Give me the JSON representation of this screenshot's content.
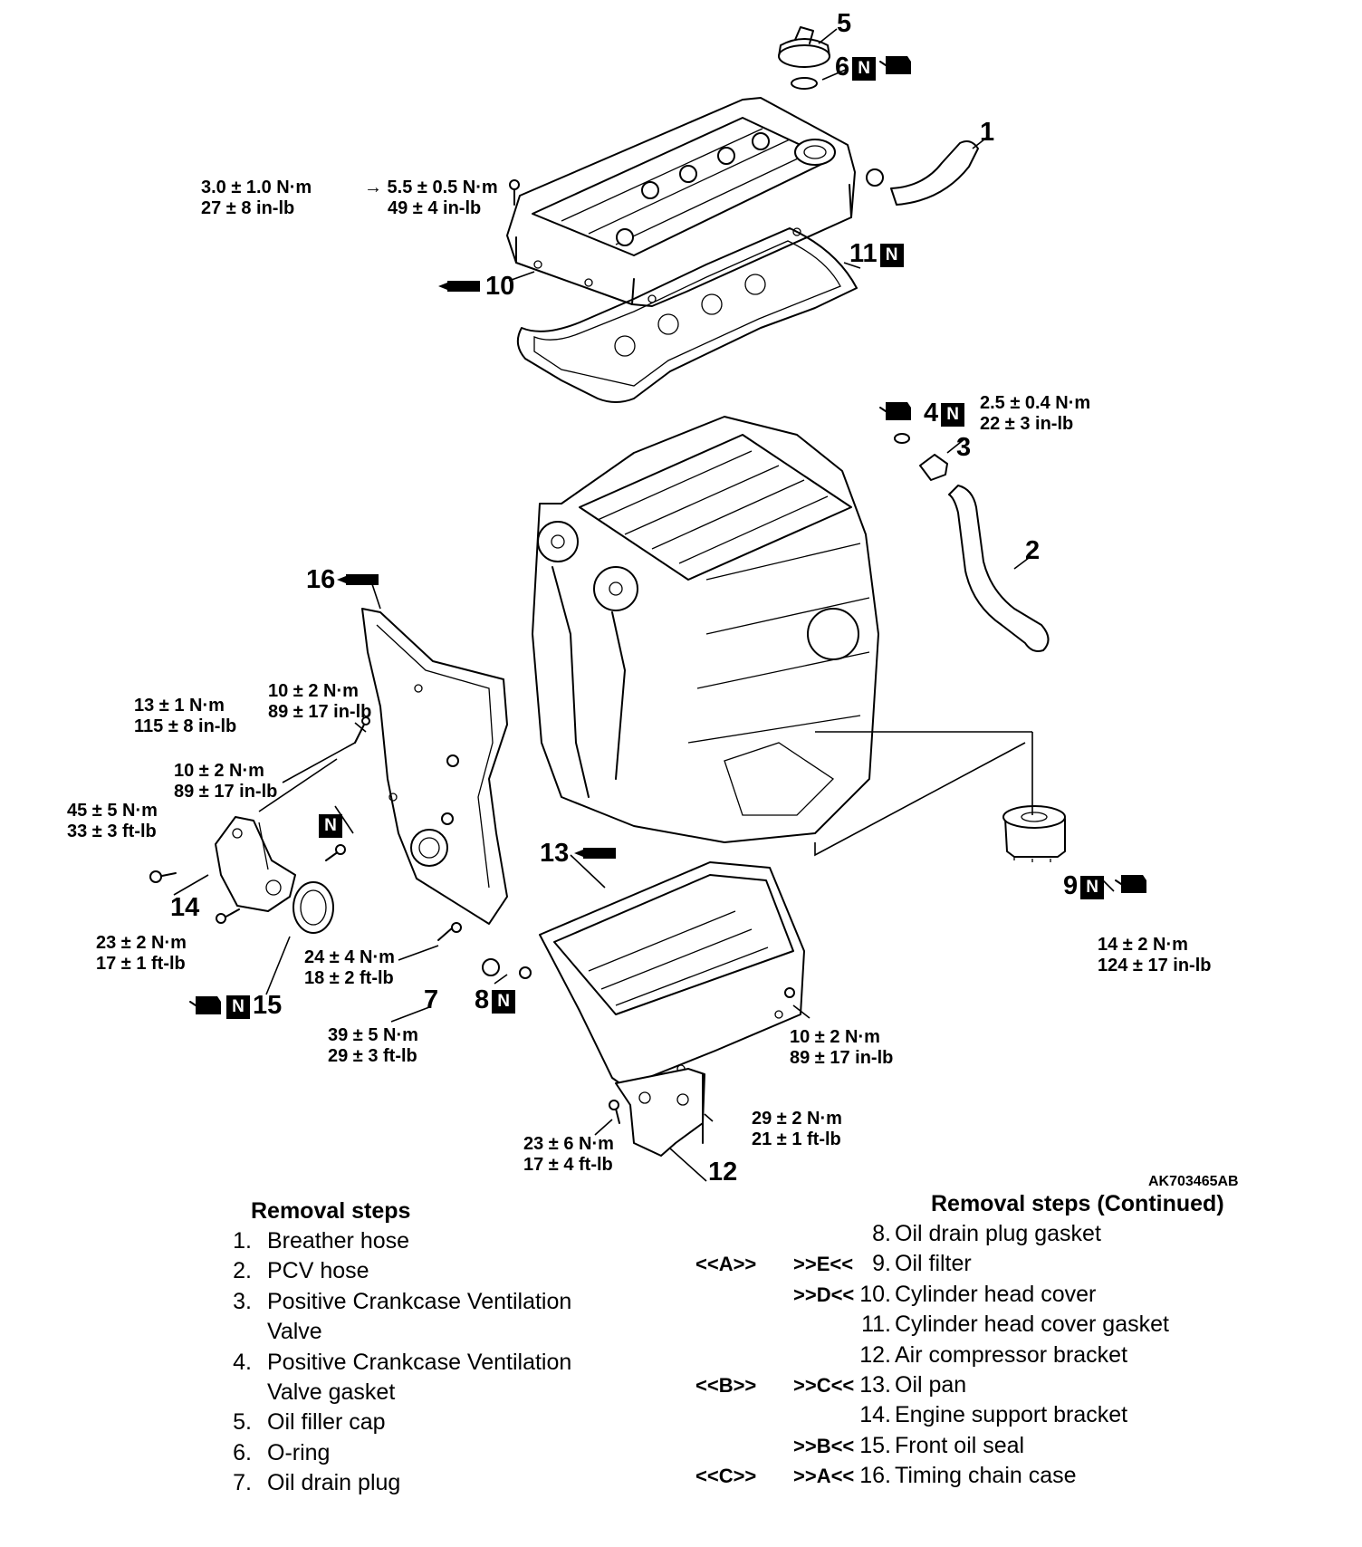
{
  "figure_id": "AK703465AB",
  "callouts": [
    {
      "num": "1",
      "badge": ""
    },
    {
      "num": "2",
      "badge": ""
    },
    {
      "num": "3",
      "badge": ""
    },
    {
      "num": "4",
      "badge": "N"
    },
    {
      "num": "5",
      "badge": ""
    },
    {
      "num": "6",
      "badge": "N"
    },
    {
      "num": "7",
      "badge": ""
    },
    {
      "num": "8",
      "badge": "N"
    },
    {
      "num": "9",
      "badge": "N"
    },
    {
      "num": "10",
      "badge": ""
    },
    {
      "num": "11",
      "badge": "N"
    },
    {
      "num": "12",
      "badge": ""
    },
    {
      "num": "13",
      "badge": ""
    },
    {
      "num": "14",
      "badge": ""
    },
    {
      "num": "15",
      "badge": "N"
    },
    {
      "num": "16",
      "badge": ""
    }
  ],
  "standalone_badge": "N",
  "torques": {
    "head_cover_a1": "3.0 ± 1.0 N·m",
    "head_cover_a2": "27 ± 8 in-lb",
    "head_cover_b1": "→ 5.5 ± 0.5 N·m",
    "head_cover_b2": "49 ± 4 in-lb",
    "pcv": [
      "2.5 ± 0.4 N·m",
      "22 ± 3 in-lb"
    ],
    "case_top": [
      "10 ± 2 N·m",
      "89 ± 17 in-lb"
    ],
    "case_13": [
      "13 ± 1 N·m",
      "115 ± 8 in-lb"
    ],
    "case_mid": [
      "10 ± 2 N·m",
      "89 ± 17 in-lb"
    ],
    "support": [
      "45 ± 5 N·m",
      "33 ± 3 ft-lb"
    ],
    "support_low": [
      "23 ± 2 N·m",
      "17 ± 1 ft-lb"
    ],
    "pan_side": [
      "24 ± 4 N·m",
      "18 ± 2 ft-lb"
    ],
    "drain_plug": [
      "39 ± 5 N·m",
      "29 ± 3 ft-lb"
    ],
    "pan_bolt": [
      "10 ± 2 N·m",
      "89 ± 17 in-lb"
    ],
    "compressor_a": [
      "23 ± 6 N·m",
      "17 ± 4 ft-lb"
    ],
    "compressor_b": [
      "29 ± 2 N·m",
      "21 ± 1 ft-lb"
    ],
    "filter": [
      "14 ± 2 N·m",
      "124 ± 17 in-lb"
    ]
  },
  "removal_steps": {
    "title": "Removal steps",
    "items": [
      {
        "num": "1.",
        "label": "Breather hose"
      },
      {
        "num": "2.",
        "label": "PCV hose"
      },
      {
        "num": "3.",
        "label": "Positive Crankcase Ventilation Valve"
      },
      {
        "num": "4.",
        "label": "Positive Crankcase Ventilation Valve gasket"
      },
      {
        "num": "5.",
        "label": "Oil filler cap"
      },
      {
        "num": "6.",
        "label": "O-ring"
      },
      {
        "num": "7.",
        "label": "Oil drain plug"
      }
    ]
  },
  "removal_steps_continued": {
    "title": "Removal steps (Continued)",
    "items": [
      {
        "num": "8.",
        "label": "Oil drain plug gasket",
        "removal": "",
        "install": ""
      },
      {
        "num": "9.",
        "label": "Oil filter",
        "removal": "<<A>>",
        "install": ">>E<<"
      },
      {
        "num": "10.",
        "label": "Cylinder head cover",
        "removal": "",
        "install": ">>D<<"
      },
      {
        "num": "11.",
        "label": "Cylinder head cover gasket",
        "removal": "",
        "install": ""
      },
      {
        "num": "12.",
        "label": "Air compressor bracket",
        "removal": "",
        "install": ""
      },
      {
        "num": "13.",
        "label": "Oil pan",
        "removal": "<<B>>",
        "install": ">>C<<"
      },
      {
        "num": "14.",
        "label": "Engine support bracket",
        "removal": "",
        "install": ""
      },
      {
        "num": "15.",
        "label": "Front oil seal",
        "removal": "",
        "install": ">>B<<"
      },
      {
        "num": "16.",
        "label": "Timing chain case",
        "removal": "<<C>>",
        "install": ">>A<<"
      }
    ]
  }
}
